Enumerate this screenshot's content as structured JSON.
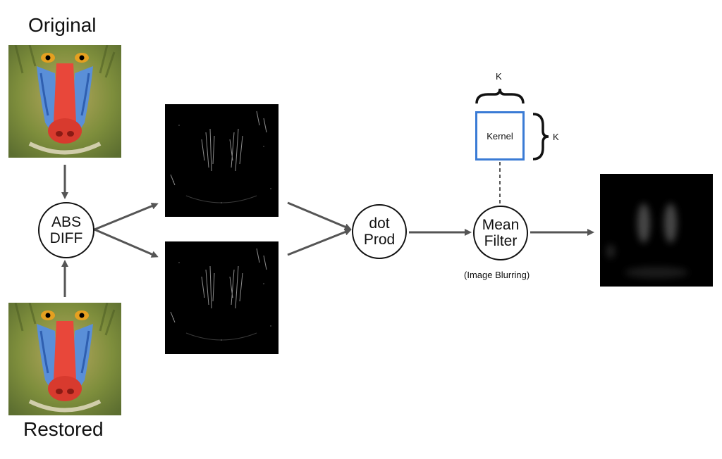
{
  "labels": {
    "original": "Original",
    "restored": "Restored"
  },
  "nodes": {
    "abs_diff": "ABS\nDIFF",
    "dot_prod": "dot\nProd",
    "mean_filter": "Mean\nFilter"
  },
  "kernel": {
    "label": "Kernel",
    "k_top": "K",
    "k_right": "K",
    "color": "#3a7bd5"
  },
  "caption": "(Image Blurring)",
  "colors": {
    "arrow": "#555555",
    "skin_red": "#e8473a",
    "cheek_blue": "#5a8fd8",
    "fur_green": "#8a9a3a"
  }
}
